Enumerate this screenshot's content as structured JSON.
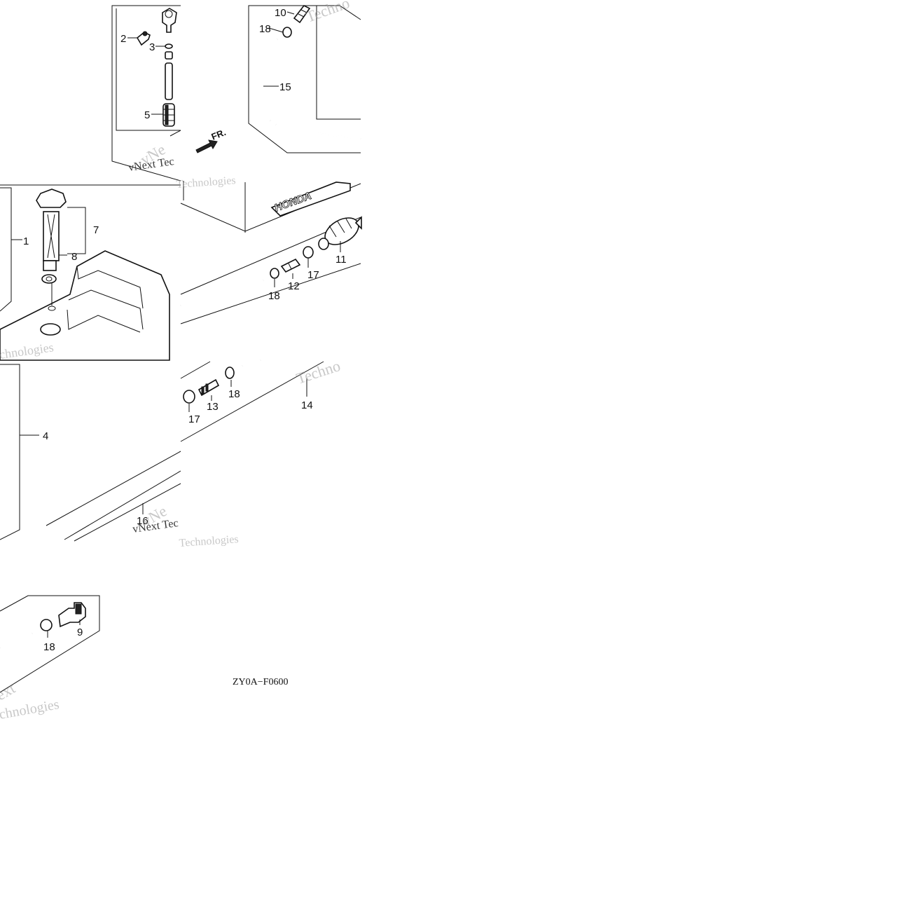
{
  "diagram": {
    "figure_code": "ZY0A−F0600",
    "callouts": [
      {
        "id": "c1",
        "text": "1"
      },
      {
        "id": "c2",
        "text": "2"
      },
      {
        "id": "c3",
        "text": "3"
      },
      {
        "id": "c4",
        "text": "4"
      },
      {
        "id": "c5",
        "text": "5"
      },
      {
        "id": "c7",
        "text": "7"
      },
      {
        "id": "c8",
        "text": "8"
      },
      {
        "id": "c9",
        "text": "9"
      },
      {
        "id": "c10",
        "text": "10"
      },
      {
        "id": "c11",
        "text": "11"
      },
      {
        "id": "c12",
        "text": "12"
      },
      {
        "id": "c13",
        "text": "13"
      },
      {
        "id": "c14",
        "text": "14"
      },
      {
        "id": "c15",
        "text": "15"
      },
      {
        "id": "c16",
        "text": "16"
      },
      {
        "id": "c17a",
        "text": "17"
      },
      {
        "id": "c17b",
        "text": "17"
      },
      {
        "id": "c18a",
        "text": "18"
      },
      {
        "id": "c18b",
        "text": "18"
      },
      {
        "id": "c18c",
        "text": "18"
      },
      {
        "id": "c18d",
        "text": "18"
      }
    ],
    "direction_label": "FR.",
    "tank_brand": "HONDA",
    "watermarks": {
      "brand_a": "vNext Tec",
      "brand_b": "Technologies",
      "fragment_a": "Techno",
      "fragment_b": "chnologies",
      "fragment_c": "vNe",
      "fragment_d": "ext"
    }
  }
}
